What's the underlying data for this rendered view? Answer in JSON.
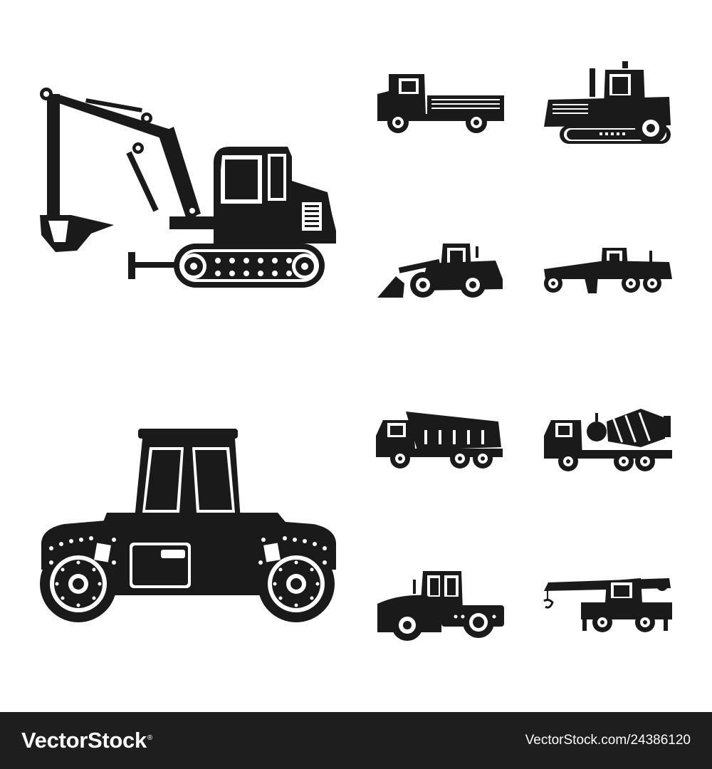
{
  "illustration": {
    "style": "black glyph icon set",
    "colors": {
      "ink": "#1a1a1a",
      "paper": "#ffffff",
      "footer_bg": "#1e1e1e",
      "footer_text": "#ffffff"
    },
    "icons": [
      {
        "name": "excavator-icon",
        "size": "large"
      },
      {
        "name": "flatbed-truck-icon",
        "size": "small"
      },
      {
        "name": "crawler-tractor-icon",
        "size": "small"
      },
      {
        "name": "wheel-loader-icon",
        "size": "small"
      },
      {
        "name": "motor-grader-icon",
        "size": "small"
      },
      {
        "name": "double-drum-road-roller-icon",
        "size": "large"
      },
      {
        "name": "dump-truck-icon",
        "size": "small"
      },
      {
        "name": "concrete-mixer-truck-icon",
        "size": "small"
      },
      {
        "name": "single-drum-compactor-icon",
        "size": "small"
      },
      {
        "name": "mobile-crane-icon",
        "size": "small"
      }
    ]
  },
  "footer": {
    "logo_brand": "VectorStock",
    "logo_mark": "®",
    "image_id": "VectorStock.com/24386120"
  }
}
